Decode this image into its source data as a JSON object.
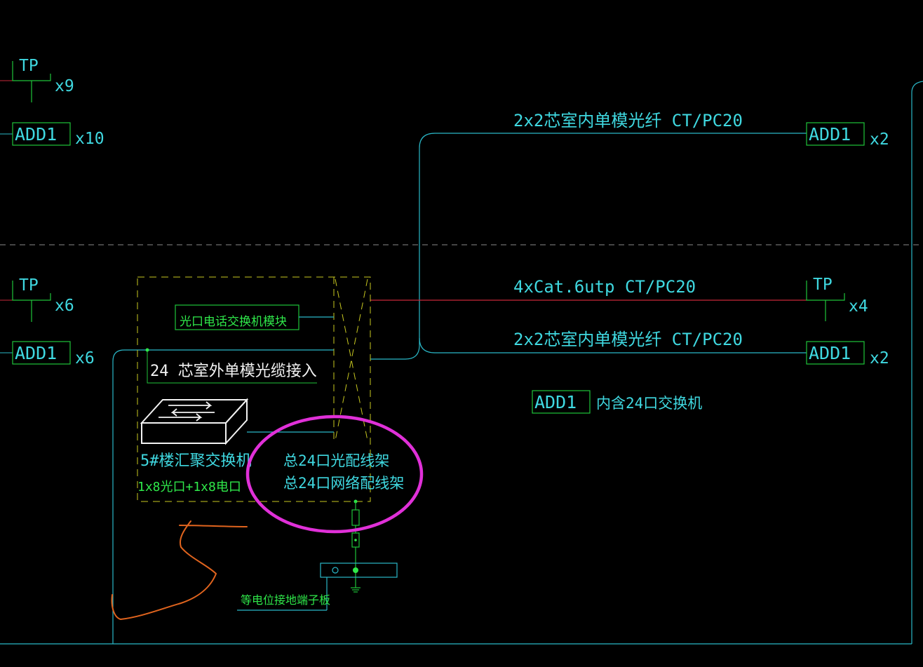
{
  "colors": {
    "background": "#000000",
    "cyan_wire": "#2ab8c8",
    "red_wire": "#c8283a",
    "green_box": "#1fc43a",
    "yellow_dash": "#c8c820",
    "magenta_circle": "#e030d8",
    "orange_scribble": "#e0641e",
    "floor_divider": "#8a8a8a"
  },
  "left_column": {
    "tp_top": {
      "label": "TP",
      "count": "x9"
    },
    "add_top": {
      "label": "ADD1",
      "count": "x10"
    },
    "tp_bottom": {
      "label": "TP",
      "count": "x6"
    },
    "add_bottom": {
      "label": "ADD1",
      "count": "x6"
    }
  },
  "right_column": {
    "fiber_upper": {
      "cable": "2x2芯室内单模光纤 CT/PC20",
      "device": "ADD1",
      "count": "x2"
    },
    "cat6": {
      "cable": "4xCat.6utp CT/PC20",
      "device": "TP",
      "count": "x4"
    },
    "fiber_lower": {
      "cable": "2x2芯室内单模光纤 CT/PC20",
      "device": "ADD1",
      "count": "x2"
    },
    "legend": {
      "device": "ADD1",
      "note": "内含24口交换机"
    }
  },
  "cabinet": {
    "phone_module": "光口电话交换机模块",
    "outdoor_fiber": "24 芯室外单模光缆接入",
    "switch_name": "5#楼汇聚交换机",
    "switch_ports": "1x8光口+1x8电口",
    "fiber_patch": "总24口光配线架",
    "network_patch": "总24口网络配线架"
  },
  "grounding": {
    "label": "等电位接地端子板"
  },
  "icons": {
    "switch": "network-switch-icon",
    "ground": "ground-symbol-icon"
  }
}
